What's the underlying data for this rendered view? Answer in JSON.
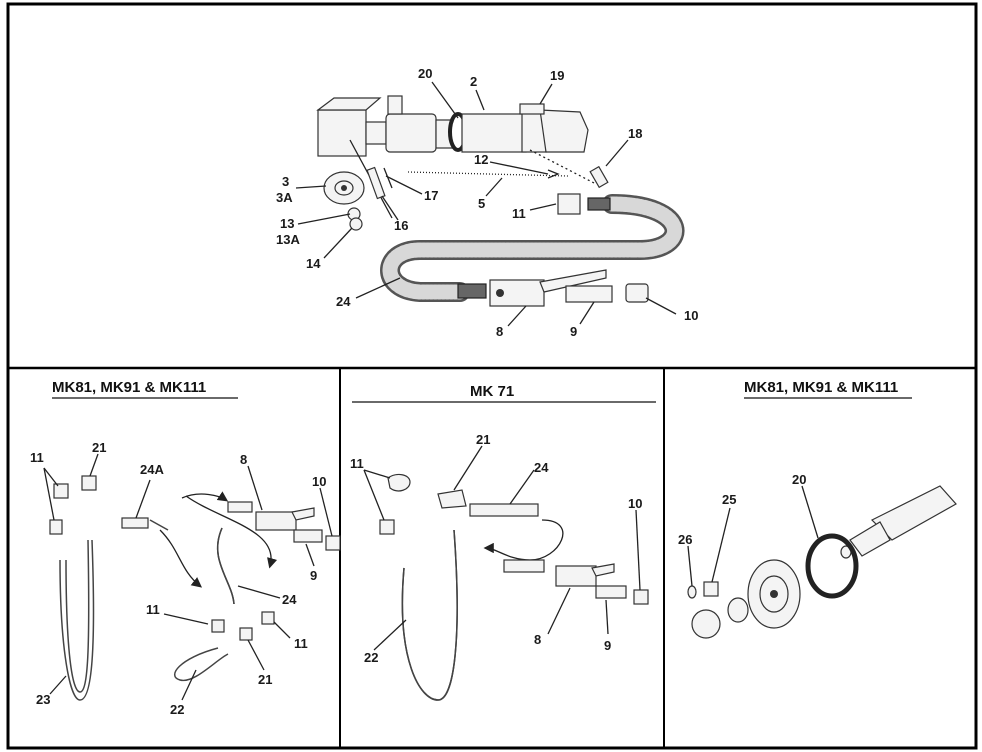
{
  "panels": {
    "top": {
      "labels": [
        "20",
        "2",
        "19",
        "18",
        "12",
        "3",
        "3A",
        "17",
        "5",
        "11",
        "13",
        "13A",
        "16",
        "14",
        "24",
        "8",
        "9",
        "10"
      ]
    },
    "left": {
      "title": "MK81, MK91 & MK111",
      "labels": [
        "11",
        "21",
        "24A",
        "8",
        "10",
        "9",
        "24",
        "11",
        "11",
        "21",
        "23",
        "22"
      ]
    },
    "middle": {
      "title": "MK 71",
      "labels": [
        "11",
        "21",
        "24",
        "10",
        "22",
        "8",
        "9"
      ]
    },
    "right": {
      "title": "MK81, MK91 & MK111",
      "labels": [
        "20",
        "25",
        "26"
      ]
    }
  },
  "colors": {
    "border": "#000000",
    "line": "#222222",
    "background": "#ffffff"
  }
}
